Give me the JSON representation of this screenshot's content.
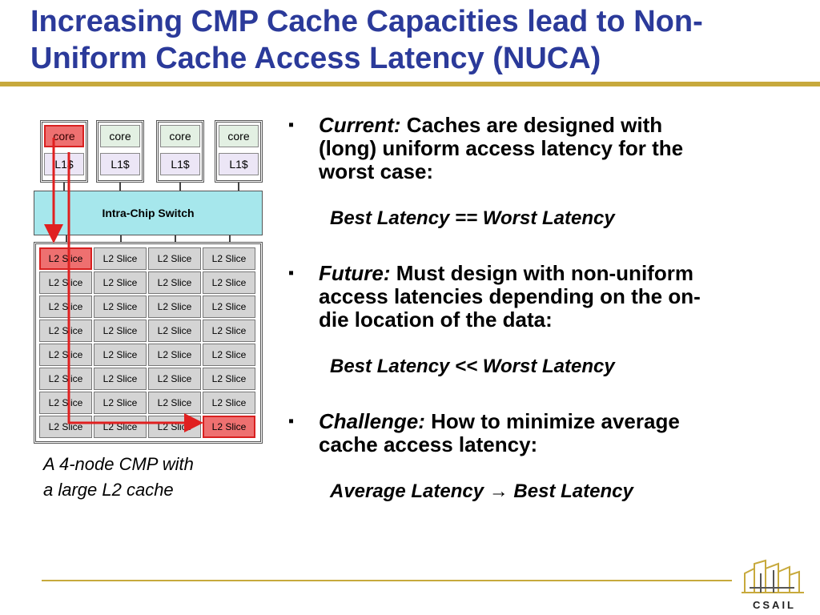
{
  "slide": {
    "title_line1": "Increasing CMP Cache Capacities lead to Non-",
    "title_line2": "Uniform Cache Access Latency (NUCA)"
  },
  "diagram": {
    "cores": [
      {
        "core_label": "core",
        "l1_label": "L1$",
        "highlighted": true
      },
      {
        "core_label": "core",
        "l1_label": "L1$",
        "highlighted": false
      },
      {
        "core_label": "core",
        "l1_label": "L1$",
        "highlighted": false
      },
      {
        "core_label": "core",
        "l1_label": "L1$",
        "highlighted": false
      }
    ],
    "switch_label": "Intra-Chip Switch",
    "l2_slice_label": "L2 Slice",
    "grid_rows": 8,
    "grid_cols": 4,
    "highlight_colors": {
      "fill": "#ee7070",
      "route": "#e02020"
    },
    "caption_line1": "A 4-node CMP with",
    "caption_line2": "a large L2 cache"
  },
  "bullets": [
    {
      "lead": "Current:",
      "line1": " Caches are designed with",
      "line2": "(long) uniform access latency for the",
      "line3": "worst case:",
      "sub": "Best Latency == Worst Latency"
    },
    {
      "lead": "Future:",
      "line1": " Must design with non-uniform",
      "line2": "access latencies depending on the on-",
      "line3": "die location of the data:",
      "sub": "Best Latency << Worst Latency"
    },
    {
      "lead": "Challenge:",
      "line1": " How to minimize average",
      "line2": "cache access latency:",
      "sub": "Average Latency → Best Latency"
    }
  ],
  "logo": {
    "text": "CSAIL",
    "icon": "csail-building-logo-icon"
  },
  "colors": {
    "title": "#2b3a9a",
    "rule": "#c7a93c",
    "switch": "#a6e7ec",
    "slice": "#d4d4d4"
  }
}
